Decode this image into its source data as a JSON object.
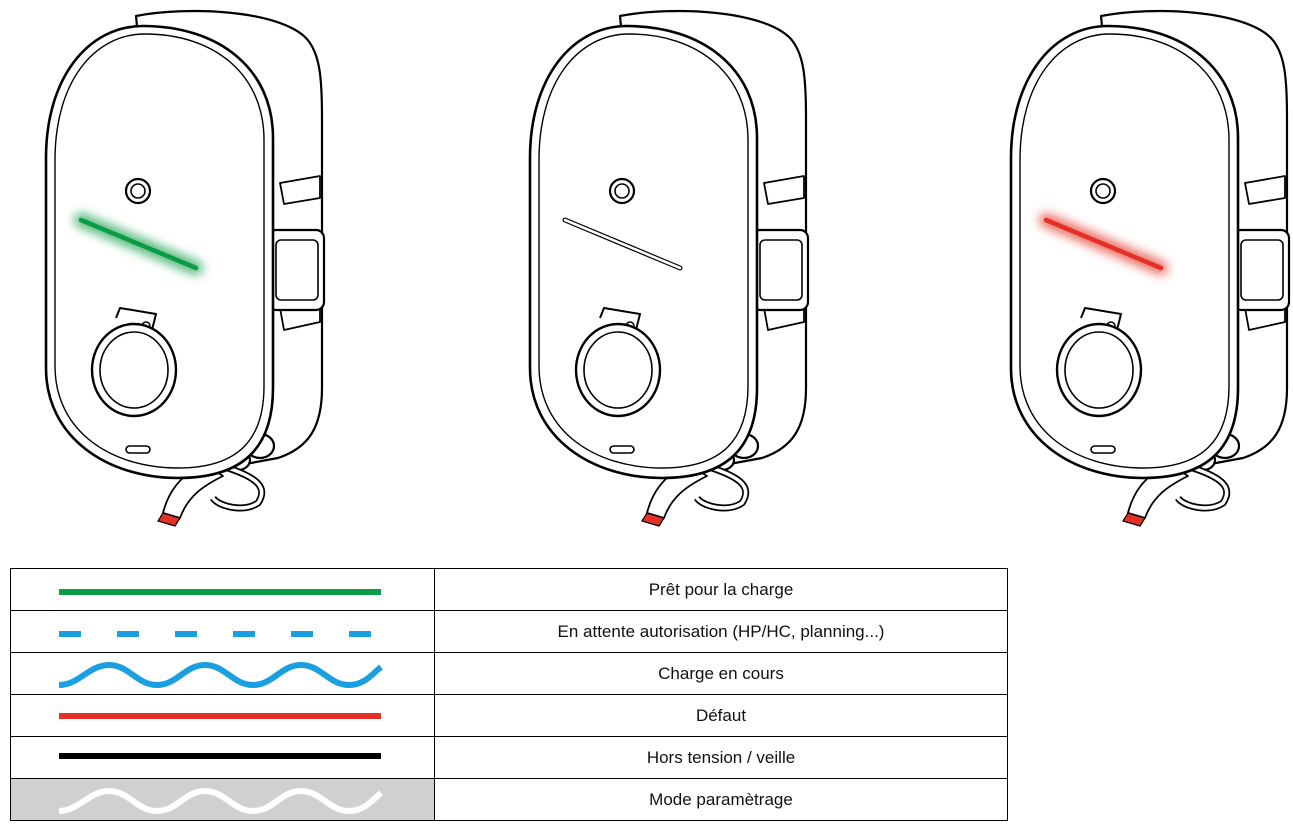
{
  "colors": {
    "ready": "#0a9b45",
    "waiting": "#1aa0e0",
    "charging": "#1aa0e0",
    "fault": "#e53028",
    "off": "#000000",
    "settings": "#ffffff",
    "settings_bg": "#d0d0d0"
  },
  "chargers": [
    {
      "led": "green-glow"
    },
    {
      "led": "off"
    },
    {
      "led": "red-glow"
    }
  ],
  "legend": {
    "rows": [
      {
        "pattern": "solid-line",
        "color": "green",
        "label": "Prêt pour la charge"
      },
      {
        "pattern": "dashed-line",
        "color": "blue",
        "label": "En attente autorisation (HP/HC, planning...)"
      },
      {
        "pattern": "wave",
        "color": "blue",
        "label": "Charge en cours"
      },
      {
        "pattern": "solid-line",
        "color": "red",
        "label": "Défaut"
      },
      {
        "pattern": "solid-line",
        "color": "black",
        "label": "Hors tension / veille"
      },
      {
        "pattern": "wave",
        "color": "white-on-grey",
        "label": "Mode paramètrage"
      }
    ]
  }
}
